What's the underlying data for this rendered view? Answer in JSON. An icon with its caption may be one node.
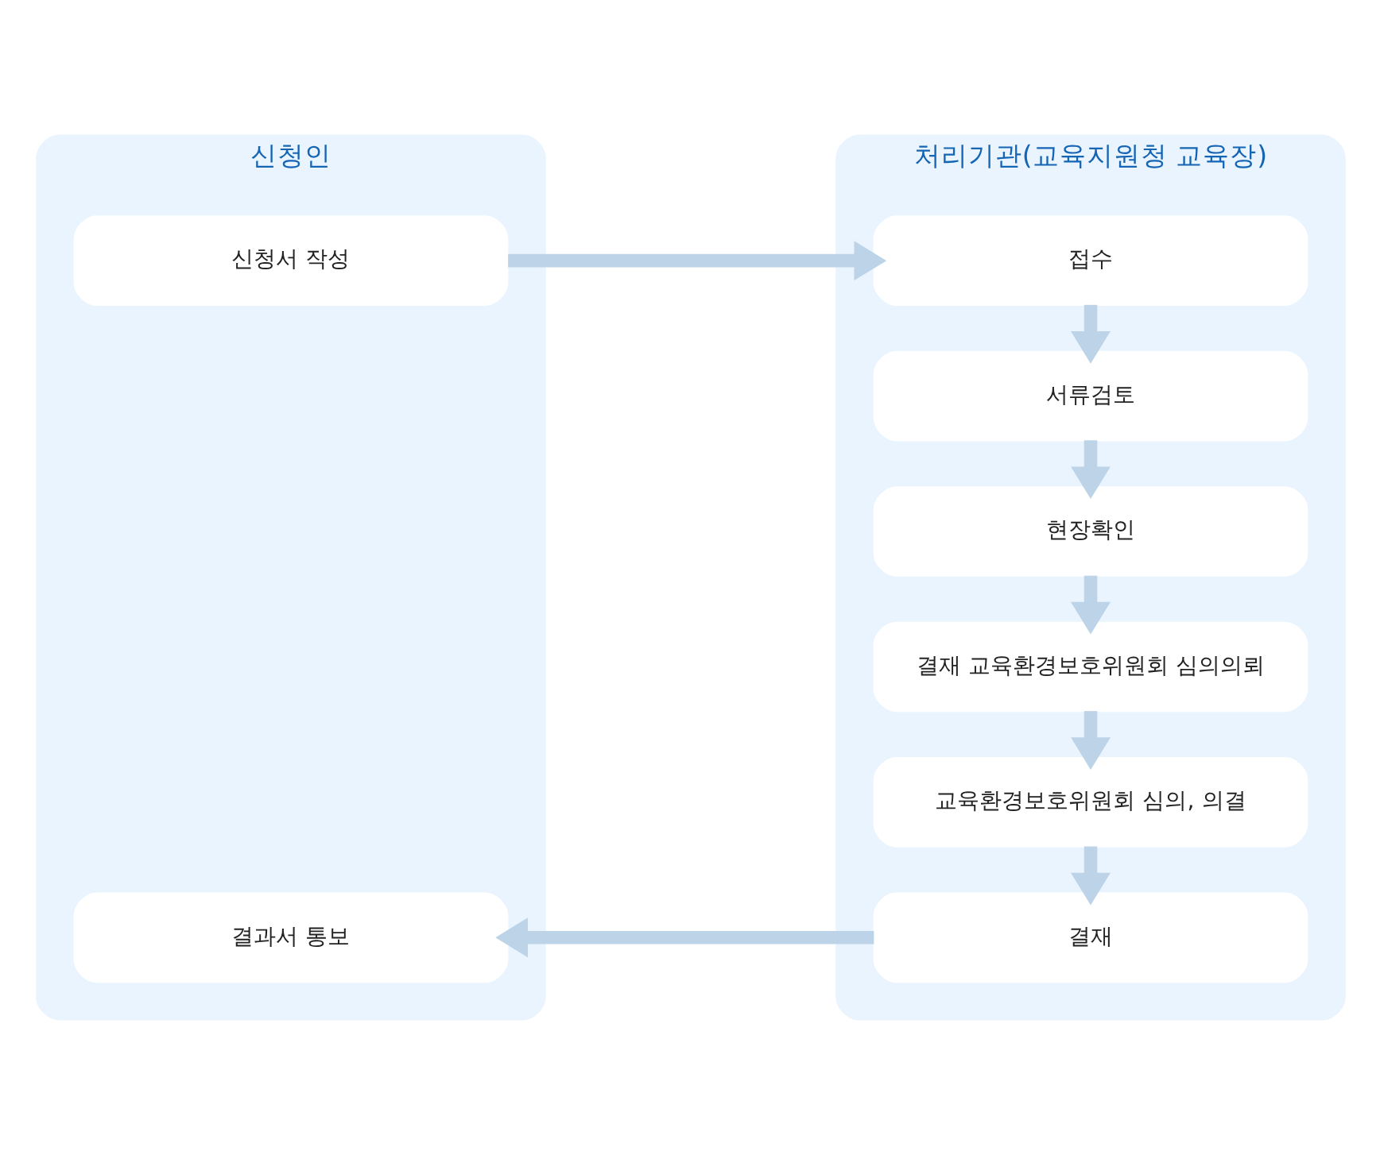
{
  "diagram": {
    "nodes": [
      {
        "text": [
          "신청인"
        ]
      },
      {
        "text": [
          "신청서 작성"
        ],
        "in": 0
      },
      {
        "text": [
          "결과서 통보"
        ],
        "in": 0
      },
      {
        "text": [
          "처리기관(교육지원청 교육장)"
        ]
      },
      {
        "text": [
          "접수"
        ],
        "in": 3
      },
      {
        "text": [
          "서류검토"
        ],
        "in": 3
      },
      {
        "text": [
          "현장확인"
        ],
        "in": 3
      },
      {
        "text": [
          "결재 교육환경보호위원회 심의의뢰"
        ],
        "in": 3
      },
      {
        "text": [
          "교육환경보호위원회 심의, 의결"
        ],
        "in": 3
      },
      {
        "text": [
          "결재"
        ],
        "in": 3
      }
    ],
    "edges": [
      {
        "from": 1,
        "to": 4,
        "arrow": "to"
      },
      {
        "from": 4,
        "to": 5,
        "arrow": "to"
      },
      {
        "from": 5,
        "to": 6,
        "arrow": "to"
      },
      {
        "from": 6,
        "to": 7,
        "arrow": "to"
      },
      {
        "from": 7,
        "to": 8,
        "arrow": "to"
      },
      {
        "from": 8,
        "to": 9,
        "arrow": "to"
      },
      {
        "from": 9,
        "to": 2,
        "arrow": "to"
      }
    ]
  }
}
